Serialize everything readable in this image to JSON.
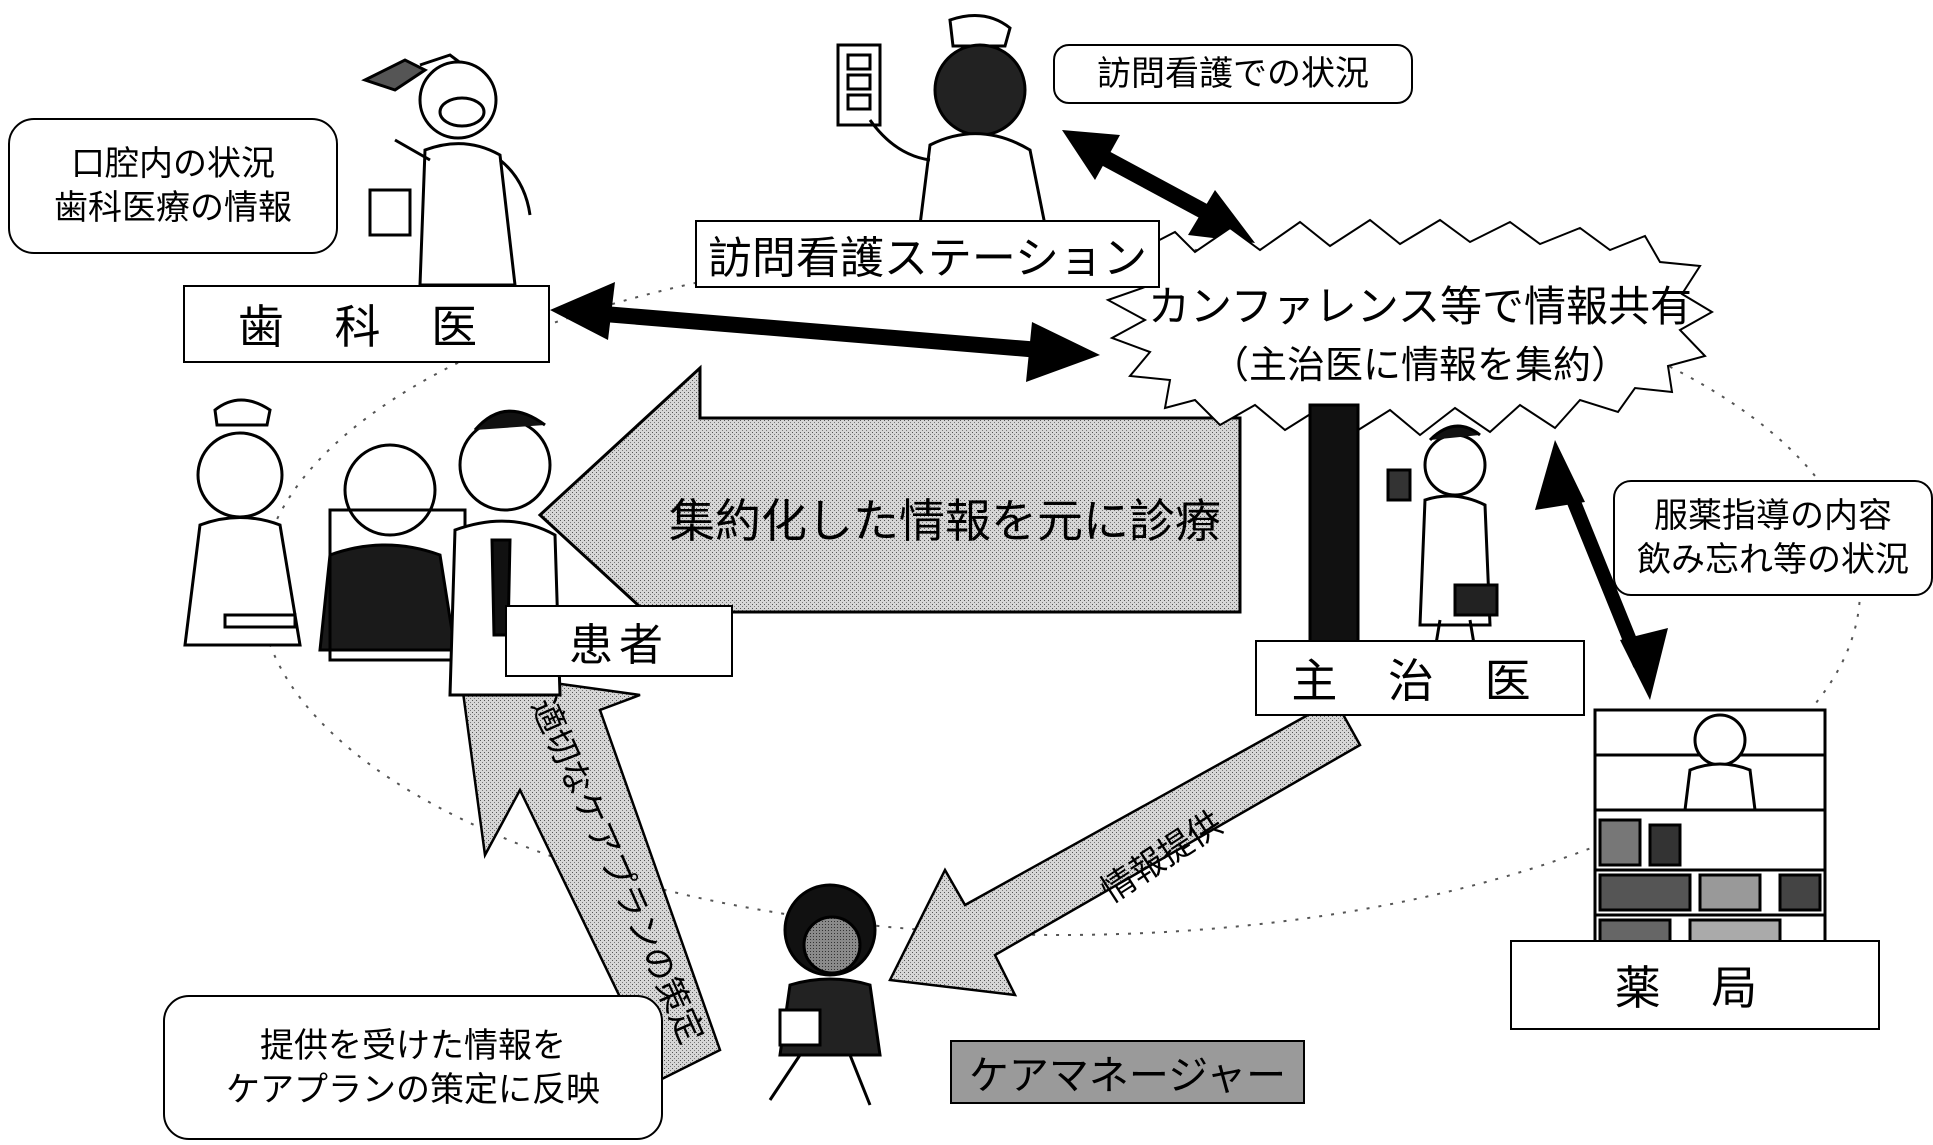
{
  "nodes": {
    "dentist": "歯 科 医",
    "nursing_station": "訪問看護ステーション",
    "patient": "患者",
    "attending_physician": "主 治 医",
    "pharmacy": "薬 局",
    "care_manager": "ケアマネージャー"
  },
  "notes": {
    "dentist_info": [
      "口腔内の状況",
      "歯科医療の情報"
    ],
    "nursing_info": [
      "訪問看護での状況"
    ],
    "pharmacy_info": [
      "服薬指導の内容",
      "飲み忘れ等の状況"
    ],
    "care_plan_info": [
      "提供を受けた情報を",
      "ケアプランの策定に反映"
    ]
  },
  "center": {
    "line1": "カンファレンス等で情報共有",
    "line2": "（主治医に情報を集約）"
  },
  "arrows": {
    "treatment": "集約化した情報を元に診療",
    "info_provision": "情報提供",
    "care_plan": "適切なケアプランの策定"
  }
}
